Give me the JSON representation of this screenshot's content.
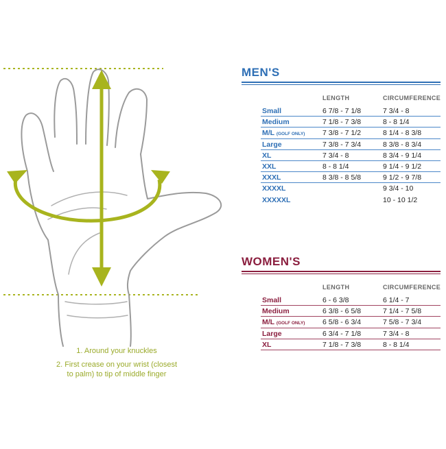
{
  "instructions": {
    "step1": "1. Around your knuckles",
    "step2_line1": "2. First crease on your wrist (closest",
    "step2_line2": "to palm) to tip of middle finger"
  },
  "colors": {
    "men": "#2e6fb5",
    "women": "#8b1f3f",
    "measure": "#a8b41e"
  },
  "men": {
    "title": "MEN'S",
    "col_length": "LENGTH",
    "col_circ": "CIRCUMFERENCE",
    "rows": [
      {
        "size": "Small",
        "length": "6 7/8 - 7 1/8",
        "circ": "7 3/4 - 8"
      },
      {
        "size": "Medium",
        "length": "7 1/8 - 7 3/8",
        "circ": "8 - 8 1/4"
      },
      {
        "size": "M/L",
        "golf": "(GOLF ONLY)",
        "length": "7 3/8 - 7 1/2",
        "circ": "8 1/4 - 8 3/8"
      },
      {
        "size": "Large",
        "length": "7 3/8 - 7 3/4",
        "circ": "8 3/8 - 8 3/4"
      },
      {
        "size": "XL",
        "length": "7 3/4 - 8",
        "circ": "8 3/4 - 9 1/4"
      },
      {
        "size": "XXL",
        "length": "8 - 8 1/4",
        "circ": "9 1/4 - 9 1/2"
      },
      {
        "size": "XXXL",
        "length": "8 3/8 - 8 5/8",
        "circ": "9 1/2 - 9 7/8"
      },
      {
        "size": "XXXXL",
        "length": "",
        "circ": "9 3/4 - 10"
      },
      {
        "size": "XXXXXL",
        "length": "",
        "circ": "10 - 10 1/2"
      }
    ]
  },
  "women": {
    "title": "WOMEN'S",
    "col_length": "LENGTH",
    "col_circ": "CIRCUMFERENCE",
    "rows": [
      {
        "size": "Small",
        "length": "6 - 6 3/8",
        "circ": "6 1/4 - 7"
      },
      {
        "size": "Medium",
        "length": "6 3/8 - 6 5/8",
        "circ": "7 1/4 - 7 5/8"
      },
      {
        "size": "M/L",
        "golf": "(GOLF ONLY)",
        "length": "6 5/8 - 6 3/4",
        "circ": "7 5/8 - 7 3/4"
      },
      {
        "size": "Large",
        "length": "6 3/4 - 7 1/8",
        "circ": "7 3/4 - 8"
      },
      {
        "size": "XL",
        "length": "7 1/8 - 7 3/8",
        "circ": "8 - 8 1/4"
      }
    ]
  }
}
